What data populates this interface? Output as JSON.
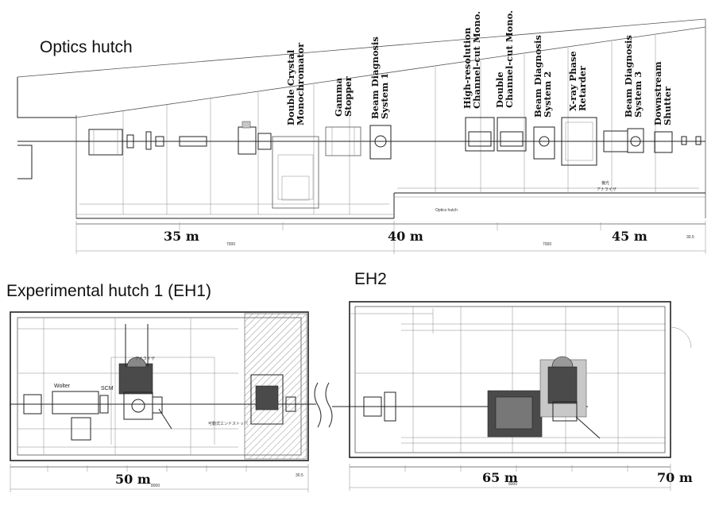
{
  "sections": {
    "optics_title": "Optics hutch",
    "eh1_title": "Experimental hutch 1 (EH1)",
    "eh2_title": "EH2"
  },
  "components": {
    "double_crystal": "Double Crystal\nMonochromator",
    "gamma_stopper": "Gamma\nStopper",
    "bds1": "Beam Diagnosis\nSystem 1",
    "hr_ccm": "High-resolution\nChannel-cut Mono.",
    "double_ccm": "Double\nChannel-cut Mono.",
    "bds2": "Beam Diagnosis\nSystem 2",
    "xray_phase": "X-ray Phase\nRetarder",
    "bds3": "Beam Diagnosis\nSystem 3",
    "downstream_shutter": "Downstream\nShutter"
  },
  "distances": {
    "d35": "35 m",
    "d40": "40 m",
    "d45": "45 m",
    "d50": "50 m",
    "d65": "65 m",
    "d70": "70 m"
  },
  "annotations": {
    "optics_hutch_small": "Optics hutch",
    "dim_left": "7000",
    "dim_right": "7000",
    "dim_eh1": "8000",
    "dim_eh2": "8000",
    "analyzer_jp": "偏光\nアナライザ",
    "analyzer_eh1": "アナライザ",
    "wolter": "Wolter",
    "scm": "SCM",
    "movable_stopper_jp": "可動式エンドストッパ",
    "note_right": "30.5",
    "note_eh1": "30.5"
  }
}
